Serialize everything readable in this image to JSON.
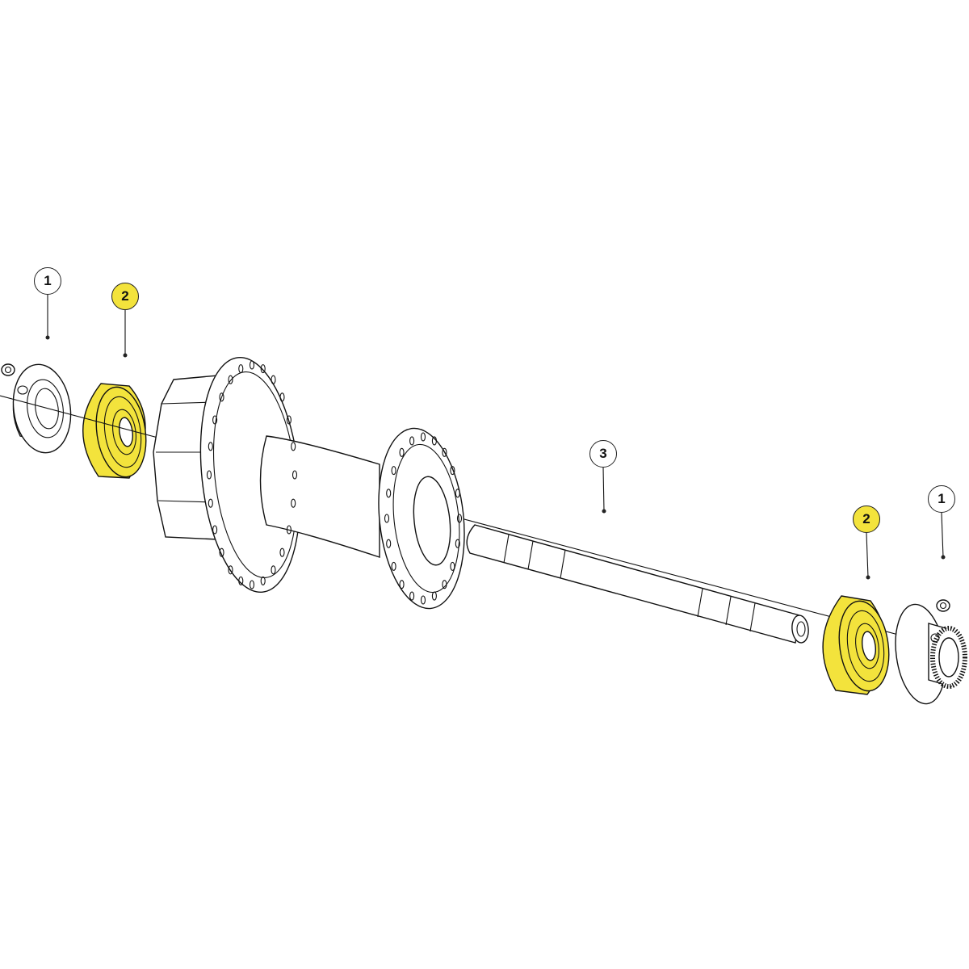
{
  "callouts": [
    {
      "label": "1",
      "part": "end-cap",
      "highlight": false
    },
    {
      "label": "2",
      "part": "bearing",
      "highlight": true
    },
    {
      "label": "3",
      "part": "axle",
      "highlight": false
    },
    {
      "label": "2",
      "part": "bearing",
      "highlight": true
    },
    {
      "label": "1",
      "part": "end-cap",
      "highlight": false
    }
  ],
  "colors": {
    "highlight": "#f3e33c",
    "line": "#111111",
    "background": "#ffffff"
  }
}
